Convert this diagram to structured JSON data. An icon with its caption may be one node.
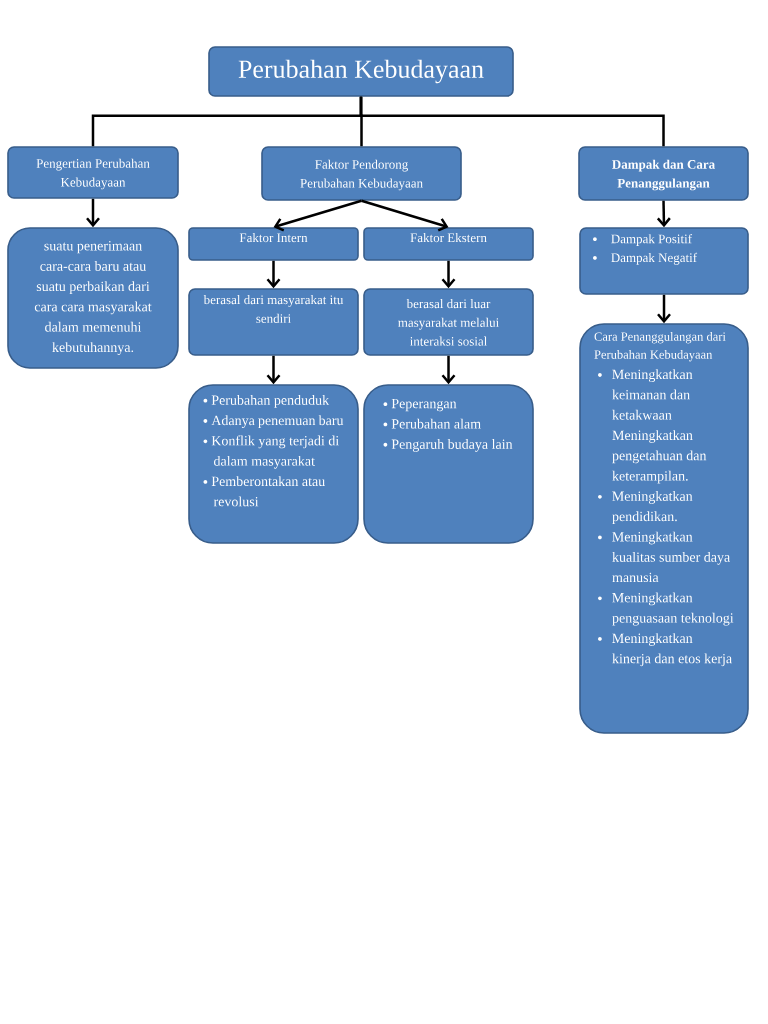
{
  "diagram": {
    "nodes": [
      {
        "text": [
          "Perubahan Kebudayaan"
        ]
      },
      {
        "text": [
          "Pengertian Perubahan Kebudayaan"
        ]
      },
      {
        "text": [
          "Faktor Pendorong Perubahan Kebudayaan"
        ]
      },
      {
        "text": [
          "Dampak dan Cara Penanggulangan"
        ]
      },
      {
        "text": [
          "suatu penerimaan cara-cara baru atau suatu perbaikan dari cara cara masyarakat dalam memenuhi kebutuhannya."
        ]
      },
      {
        "text": [
          "Faktor Intern"
        ]
      },
      {
        "text": [
          "Faktor Ekstern"
        ]
      },
      {
        "text": [
          "berasal dari masyarakat itu sendiri"
        ]
      },
      {
        "text": [
          "berasal dari luar masyarakat melalui interaksi sosial"
        ]
      },
      {
        "text": [
          "Perubahan penduduk",
          "Adanya penemuan baru",
          "Konflik yang terjadi di dalam masyarakat",
          "Pemberontakan atau revolusi"
        ]
      },
      {
        "text": [
          "Peperangan",
          "Perubahan alam",
          "Pengaruh budaya lain"
        ]
      },
      {
        "text": [
          "Dampak Positif",
          "Dampak Negatif"
        ]
      },
      {
        "text": [
          "Cara Penanggulangan dari Perubahan Kebudayaan",
          "Meningkatkan keimanan dan ketakwaan Meningkatkan pengetahuan dan keterampilan.",
          "Meningkatkan pendidikan.",
          "Meningkatkan kualitas sumber daya manusia",
          "Meningkatkan penguasaan teknologi",
          "Meningkatkan kinerja dan etos kerja"
        ]
      }
    ],
    "edges": [
      {
        "from": 0,
        "to": 1,
        "arrow": "none"
      },
      {
        "from": 0,
        "to": 2,
        "arrow": "none"
      },
      {
        "from": 0,
        "to": 3,
        "arrow": "none"
      },
      {
        "from": 1,
        "to": 4,
        "arrow": "to"
      },
      {
        "from": 2,
        "to": 5,
        "arrow": "to"
      },
      {
        "from": 2,
        "to": 6,
        "arrow": "to"
      },
      {
        "from": 5,
        "to": 7,
        "arrow": "to"
      },
      {
        "from": 6,
        "to": 8,
        "arrow": "to"
      },
      {
        "from": 7,
        "to": 9,
        "arrow": "to"
      },
      {
        "from": 8,
        "to": 10,
        "arrow": "to"
      },
      {
        "from": 3,
        "to": 11,
        "arrow": "to"
      },
      {
        "from": 11,
        "to": 12,
        "arrow": "to"
      }
    ]
  }
}
